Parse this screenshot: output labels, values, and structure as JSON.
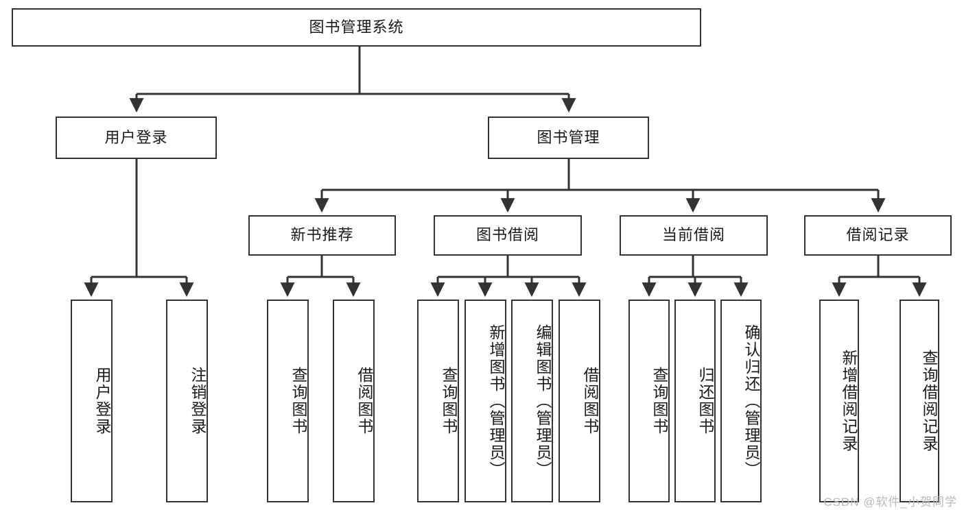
{
  "diagram": {
    "title": "图书管理系统",
    "type": "tree-hierarchy-chart",
    "root": {
      "id": "root",
      "label": "图书管理系统",
      "orientation": "horizontal"
    },
    "level2": [
      {
        "id": "user-login",
        "label": "用户登录",
        "orientation": "horizontal"
      },
      {
        "id": "book-management",
        "label": "图书管理",
        "orientation": "horizontal"
      }
    ],
    "level3": [
      {
        "id": "new-book-recommend",
        "label": "新书推荐",
        "orientation": "horizontal",
        "parent": "book-management"
      },
      {
        "id": "book-borrow",
        "label": "图书借阅",
        "orientation": "horizontal",
        "parent": "book-management"
      },
      {
        "id": "current-borrow",
        "label": "当前借阅",
        "orientation": "horizontal",
        "parent": "book-management"
      },
      {
        "id": "borrow-record",
        "label": "借阅记录",
        "orientation": "horizontal",
        "parent": "book-management"
      }
    ],
    "leaves": [
      {
        "id": "leaf-user-login",
        "label": "用户登录",
        "parent": "user-login"
      },
      {
        "id": "leaf-user-logout",
        "label": "注销登录",
        "parent": "user-login"
      },
      {
        "id": "leaf-query-book-1",
        "label": "查询图书",
        "parent": "new-book-recommend"
      },
      {
        "id": "leaf-borrow-book-1",
        "label": "借阅图书",
        "parent": "new-book-recommend"
      },
      {
        "id": "leaf-query-book-2",
        "label": "查询图书",
        "parent": "book-borrow"
      },
      {
        "id": "leaf-add-book",
        "label": "新增图书（管理员）",
        "parent": "book-borrow"
      },
      {
        "id": "leaf-edit-book",
        "label": "编辑图书（管理员）",
        "parent": "book-borrow"
      },
      {
        "id": "leaf-borrow-book-2",
        "label": "借阅图书",
        "parent": "book-borrow"
      },
      {
        "id": "leaf-query-book-3",
        "label": "查询图书",
        "parent": "current-borrow"
      },
      {
        "id": "leaf-return-book",
        "label": "归还图书",
        "parent": "current-borrow"
      },
      {
        "id": "leaf-confirm-return",
        "label": "确认归还（管理员）",
        "parent": "current-borrow"
      },
      {
        "id": "leaf-add-record",
        "label": "新增借阅记录",
        "parent": "borrow-record"
      },
      {
        "id": "leaf-query-record",
        "label": "查询借阅记录",
        "parent": "borrow-record"
      }
    ],
    "colors": {
      "box_border": "#333333",
      "box_fill": "#ffffff",
      "connector": "#333333",
      "text": "#1a1a1a",
      "watermark": "#b9b9b9",
      "background": "#ffffff"
    }
  },
  "watermark": {
    "text": "CSDN @软件_小贺同学"
  }
}
